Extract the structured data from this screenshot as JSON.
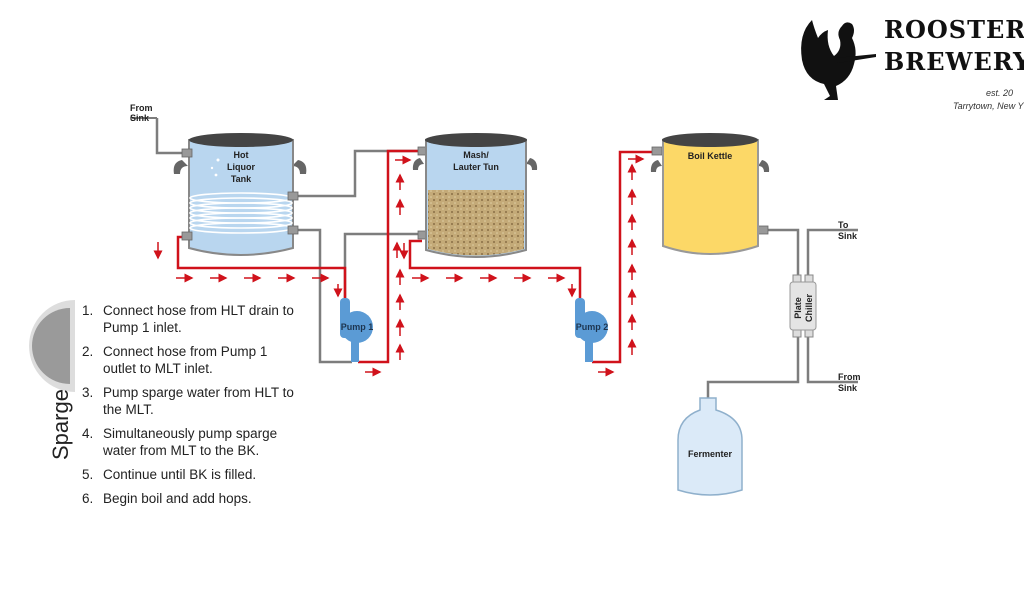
{
  "logo": {
    "line1": "ROOSTER'S",
    "line2": "BREWERY",
    "est": "est. 20",
    "location": "Tarrytown, New Y"
  },
  "section_title": "Sparge",
  "labels": {
    "from_sink_top": [
      "From",
      "Sink"
    ],
    "hlt": [
      "Hot",
      "Liquor",
      "Tank"
    ],
    "mlt": [
      "Mash/",
      "Lauter Tun"
    ],
    "bk": "Boil Kettle",
    "pump1": "Pump 1",
    "pump2": "Pump 2",
    "chiller": [
      "Plate",
      "Chiller"
    ],
    "to_sink": [
      "To",
      "Sink"
    ],
    "from_sink_right": [
      "From",
      "Sink"
    ],
    "fermenter": "Fermenter"
  },
  "steps": [
    {
      "num": "1.",
      "text": "Connect hose from HLT drain to Pump 1 inlet."
    },
    {
      "num": "2.",
      "text": "Connect hose from Pump 1 outlet to MLT inlet."
    },
    {
      "num": "3.",
      "text": "Pump sparge water from HLT to the MLT."
    },
    {
      "num": "4.",
      "text": "Simultaneously pump sparge water from MLT to the BK."
    },
    {
      "num": "5.",
      "text": "Continue until BK is filled."
    },
    {
      "num": "6.",
      "text": "Begin boil and add hops."
    }
  ],
  "colors": {
    "flow": "#d0121b",
    "hose": "#7d7d7d",
    "water": "#b9d6ef",
    "wort": "#fcd867",
    "pump": "#5b9bd5",
    "grain": "#b59a6a"
  }
}
